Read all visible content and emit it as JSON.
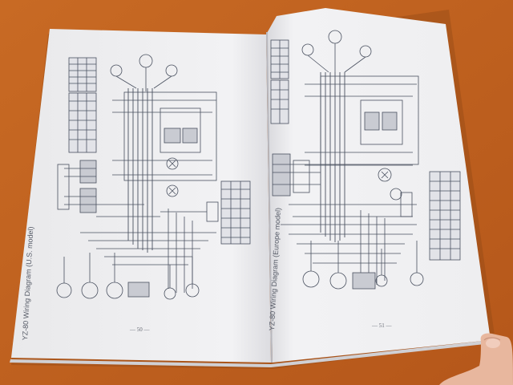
{
  "scene": {
    "description_free": true,
    "colors": {
      "table_surface": "#c2611d",
      "paper_left": "#efeff0",
      "paper_right": "#f1f1f3",
      "ink": "#4a5160",
      "shadow": "#8a4515",
      "hand": "#e8b79e"
    }
  },
  "left_page": {
    "caption": "YZ-80 Wiring Diagram (U.S. model)",
    "page_number": "— 50 —"
  },
  "right_page": {
    "caption": "YZ-80 Wiring Diagram (Europe model)",
    "page_number": "— 51 —"
  }
}
